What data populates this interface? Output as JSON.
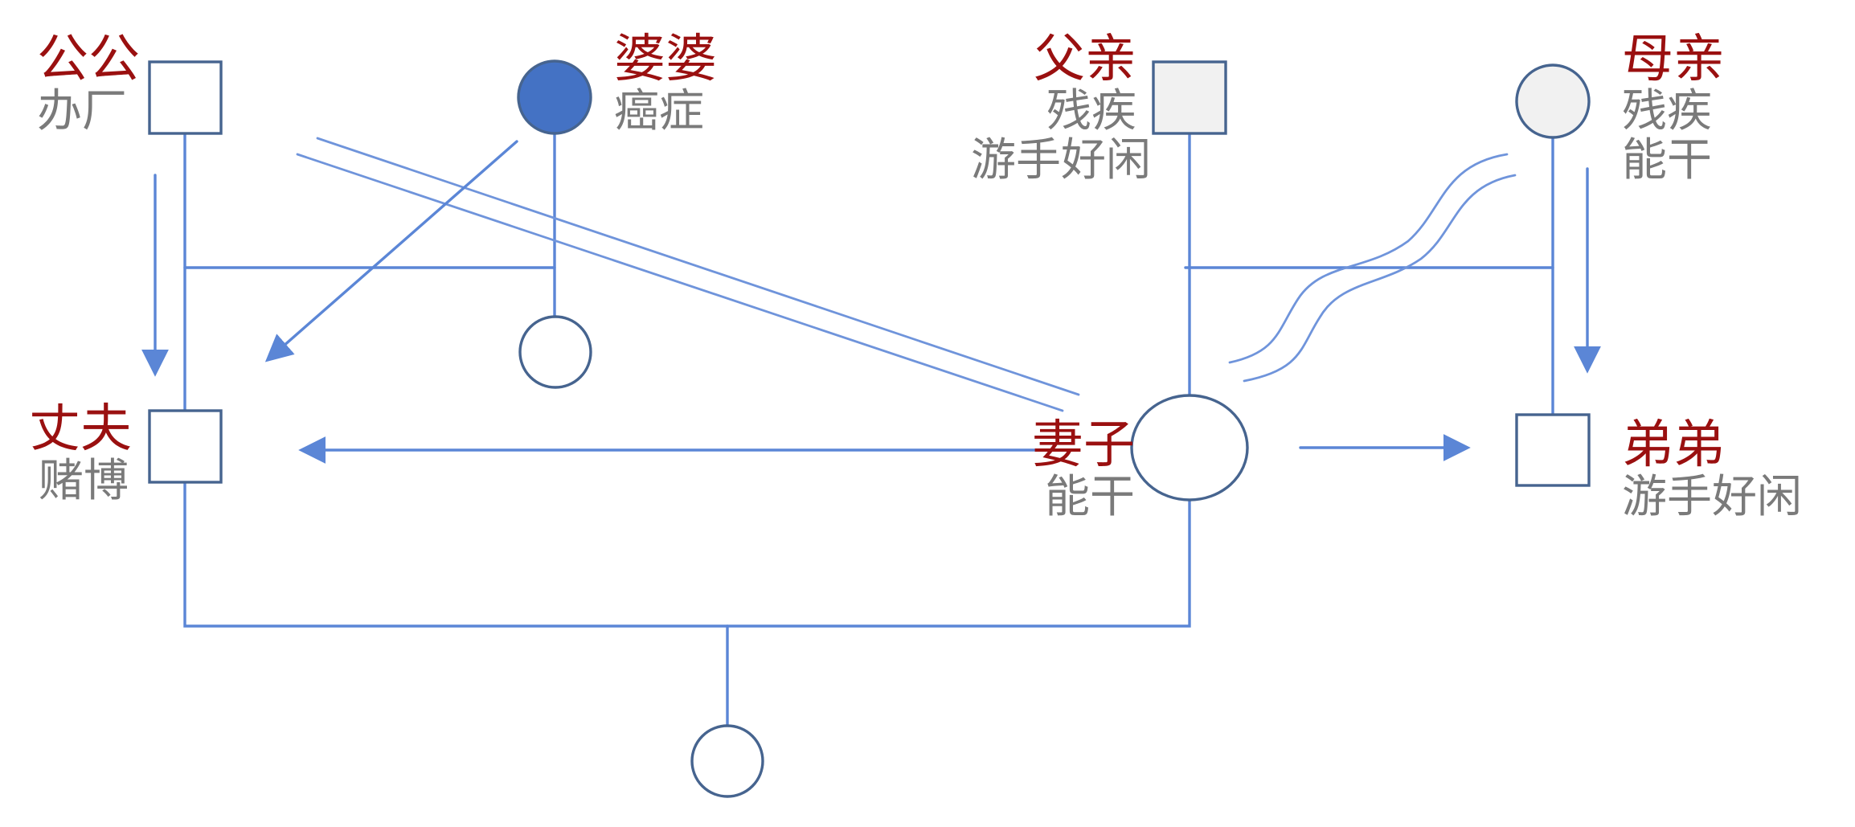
{
  "members": {
    "gonggong": {
      "name": "公公",
      "notes": [
        "办厂"
      ]
    },
    "popo": {
      "name": "婆婆",
      "notes": [
        "癌症"
      ]
    },
    "fuqin": {
      "name": "父亲",
      "notes": [
        "残疾",
        "游手好闲"
      ]
    },
    "muqin": {
      "name": "母亲",
      "notes": [
        "残疾",
        "能干"
      ]
    },
    "zhangfu": {
      "name": "丈夫",
      "notes": [
        "赌博"
      ]
    },
    "qizi": {
      "name": "妻子",
      "notes": [
        "能干"
      ]
    },
    "didi": {
      "name": "弟弟",
      "notes": [
        "游手好闲"
      ]
    }
  },
  "colors": {
    "line": "#5b86d6",
    "node_stroke": "#46648f",
    "popo_fill": "#4472c4",
    "parent_fill": "#f1f1f1",
    "name_text": "#9a1010",
    "note_text": "#7a7a7a"
  }
}
